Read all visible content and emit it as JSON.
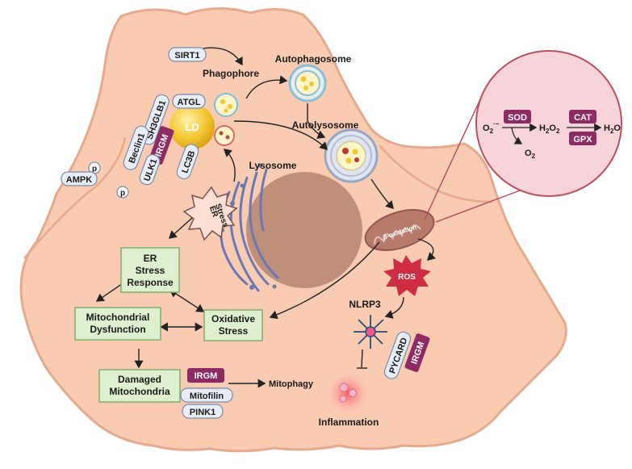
{
  "labels": {
    "sirt1": "SIRT1",
    "phagophore": "Phagophore",
    "autophagosome": "Autophagosome",
    "autolysosome": "Autolysosome",
    "atgl": "ATGL",
    "sh3glb1": "SH3GLB1",
    "ld": "LD",
    "beclin1": "Beclin1",
    "irgm": "IRGM",
    "lc3b": "LC3B",
    "ulk1": "ULK1",
    "p": "p",
    "ampk": "AMPK",
    "lysosome": "Lysosome",
    "er_stress_line1": "ER",
    "er_stress_line2": "Stress",
    "beta_oxidation": "β-oxidation",
    "ros": "ROS",
    "nlrp3": "NLRP3",
    "pycard": "PYCARD",
    "inflammation": "Inflammation",
    "mitophagy": "Mitophagy",
    "mitofilin": "Mitofilin",
    "pink1": "PINK1"
  },
  "boxes": {
    "er_response": [
      "ER",
      "Stress",
      "Response"
    ],
    "mito_dys": [
      "Mitochondrial",
      "Dysfunction"
    ],
    "oxidative": [
      "Oxidative",
      "Stress"
    ],
    "damaged": [
      "Damaged",
      "Mitochondria"
    ]
  },
  "inset": {
    "o2_minus": "O",
    "sub2": "2",
    "sup_minus": "·−",
    "sod": "SOD",
    "h2o2": "H",
    "o_letter": "O",
    "cat": "CAT",
    "gpx": "GPX",
    "h2o_h": "H",
    "h2o_o": "O",
    "o2_out": "O"
  },
  "colors": {
    "cell_fill": "#f9ccb2",
    "cell_stroke": "#e6a98b",
    "nucleus": "#bf9079",
    "irgm": "#8e2a64",
    "box_fill": "#dff0cf",
    "box_stroke": "#7fae69",
    "inset_fill": "#f7d3da",
    "inset_stroke": "#b8505f",
    "ld": "#f2c62f",
    "ros": "#cf2d44",
    "er": "#6b78b5"
  }
}
